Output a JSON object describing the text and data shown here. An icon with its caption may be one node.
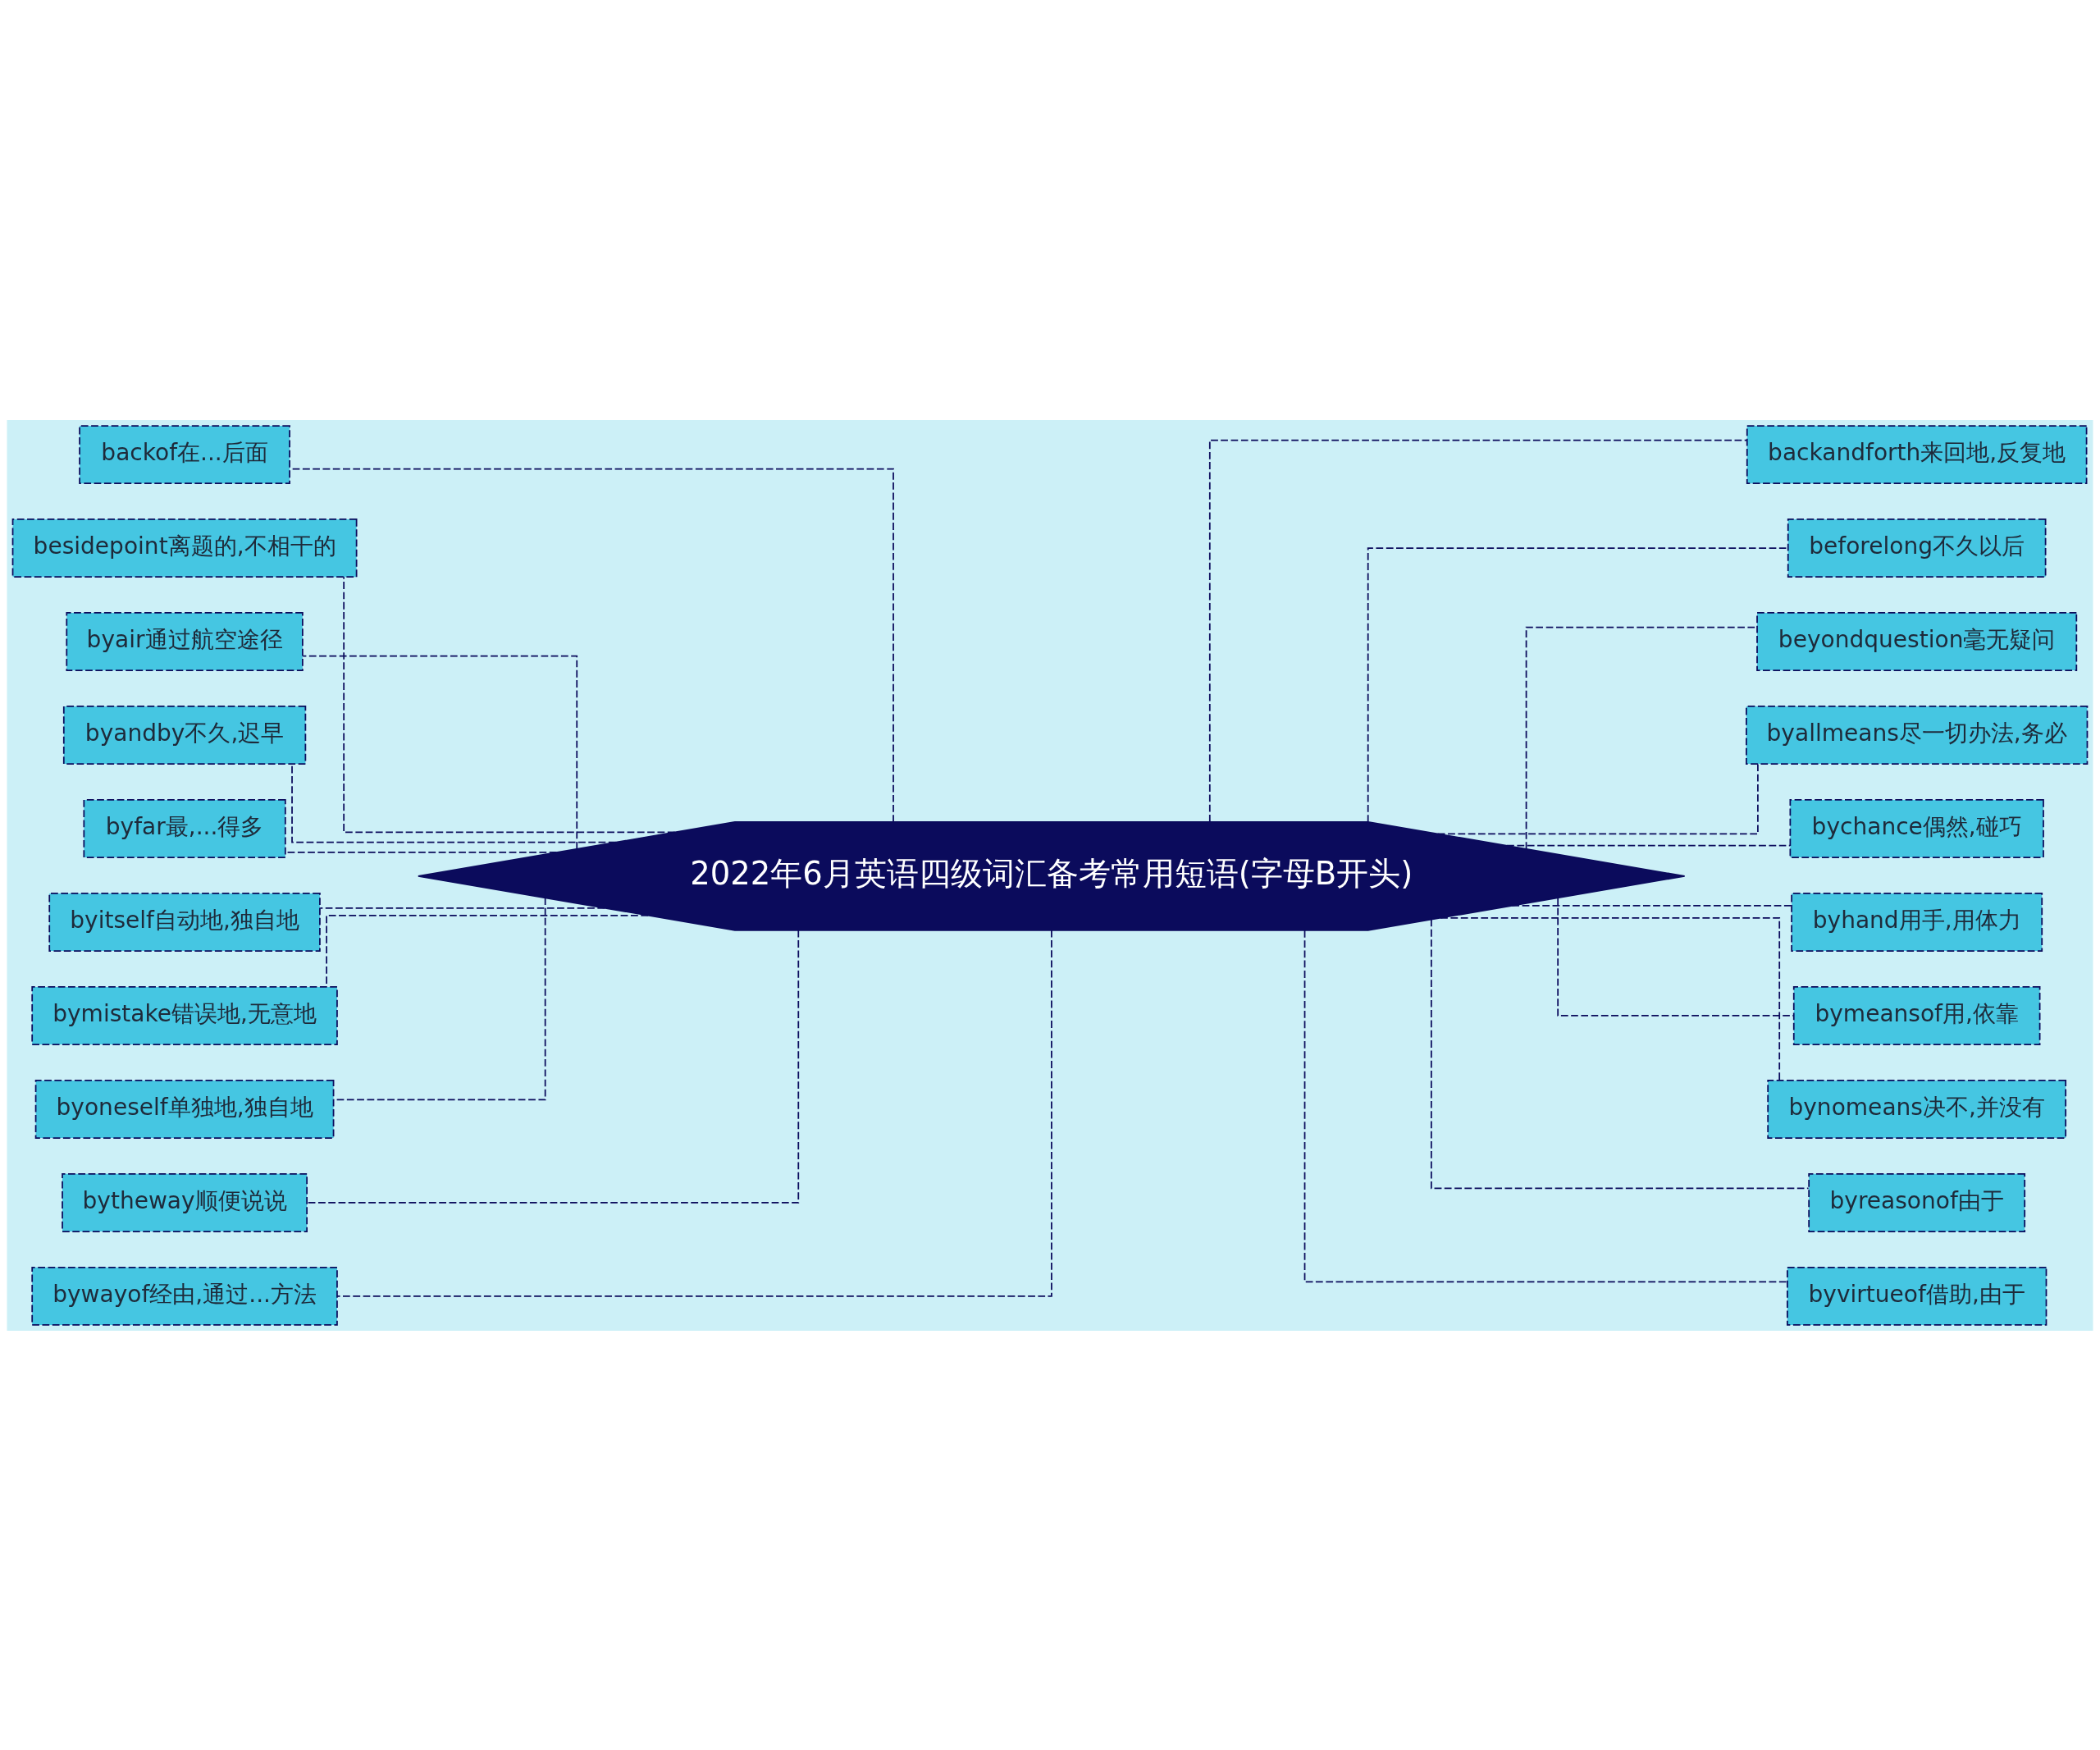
{
  "diagram": {
    "nodes": [
      {
        "text": [
          "2022年6月英语四级词汇备考常用短语(字母B开头)"
        ]
      },
      {
        "text": [
          "backof在...后面"
        ]
      },
      {
        "text": [
          "besidepoint离题的,不相干的"
        ]
      },
      {
        "text": [
          "byair通过航空途径"
        ]
      },
      {
        "text": [
          "byandby不久,迟早"
        ]
      },
      {
        "text": [
          "byfar最,...得多"
        ]
      },
      {
        "text": [
          "byitself自动地,独自地"
        ]
      },
      {
        "text": [
          "bymistake错误地,无意地"
        ]
      },
      {
        "text": [
          "byoneself单独地,独自地"
        ]
      },
      {
        "text": [
          "bytheway顺便说说"
        ]
      },
      {
        "text": [
          "bywayof经由,通过...方法"
        ]
      },
      {
        "text": [
          "backandforth来回地,反复地"
        ]
      },
      {
        "text": [
          "beforelong不久以后"
        ]
      },
      {
        "text": [
          "beyondquestion毫无疑问"
        ]
      },
      {
        "text": [
          "byallmeans尽一切办法,务必"
        ]
      },
      {
        "text": [
          "bychance偶然,碰巧"
        ]
      },
      {
        "text": [
          "byhand用手,用体力"
        ]
      },
      {
        "text": [
          "bymeansof用,依靠"
        ]
      },
      {
        "text": [
          "bynomeans决不,并没有"
        ]
      },
      {
        "text": [
          "byreasonof由于"
        ]
      },
      {
        "text": [
          "byvirtueof借助,由于"
        ]
      }
    ],
    "edges": [
      {
        "from": 0,
        "to": 1,
        "arrow": "none",
        "style": "dashed"
      },
      {
        "from": 0,
        "to": 2,
        "arrow": "none",
        "style": "dashed"
      },
      {
        "from": 0,
        "to": 3,
        "arrow": "none",
        "style": "dashed"
      },
      {
        "from": 0,
        "to": 4,
        "arrow": "none",
        "style": "dashed"
      },
      {
        "from": 0,
        "to": 5,
        "arrow": "none",
        "style": "dashed"
      },
      {
        "from": 0,
        "to": 6,
        "arrow": "none",
        "style": "dashed"
      },
      {
        "from": 0,
        "to": 7,
        "arrow": "none",
        "style": "dashed"
      },
      {
        "from": 0,
        "to": 8,
        "arrow": "none",
        "style": "dashed"
      },
      {
        "from": 0,
        "to": 9,
        "arrow": "none",
        "style": "dashed"
      },
      {
        "from": 0,
        "to": 10,
        "arrow": "none",
        "style": "dashed"
      },
      {
        "from": 0,
        "to": 11,
        "arrow": "none",
        "style": "dashed"
      },
      {
        "from": 0,
        "to": 12,
        "arrow": "none",
        "style": "dashed"
      },
      {
        "from": 0,
        "to": 13,
        "arrow": "none",
        "style": "dashed"
      },
      {
        "from": 0,
        "to": 14,
        "arrow": "none",
        "style": "dashed"
      },
      {
        "from": 0,
        "to": 15,
        "arrow": "none",
        "style": "dashed"
      },
      {
        "from": 0,
        "to": 16,
        "arrow": "none",
        "style": "dashed"
      },
      {
        "from": 0,
        "to": 17,
        "arrow": "none",
        "style": "dashed"
      },
      {
        "from": 0,
        "to": 18,
        "arrow": "none",
        "style": "dashed"
      },
      {
        "from": 0,
        "to": 19,
        "arrow": "none",
        "style": "dashed"
      },
      {
        "from": 0,
        "to": 20,
        "arrow": "none",
        "style": "dashed"
      }
    ]
  }
}
